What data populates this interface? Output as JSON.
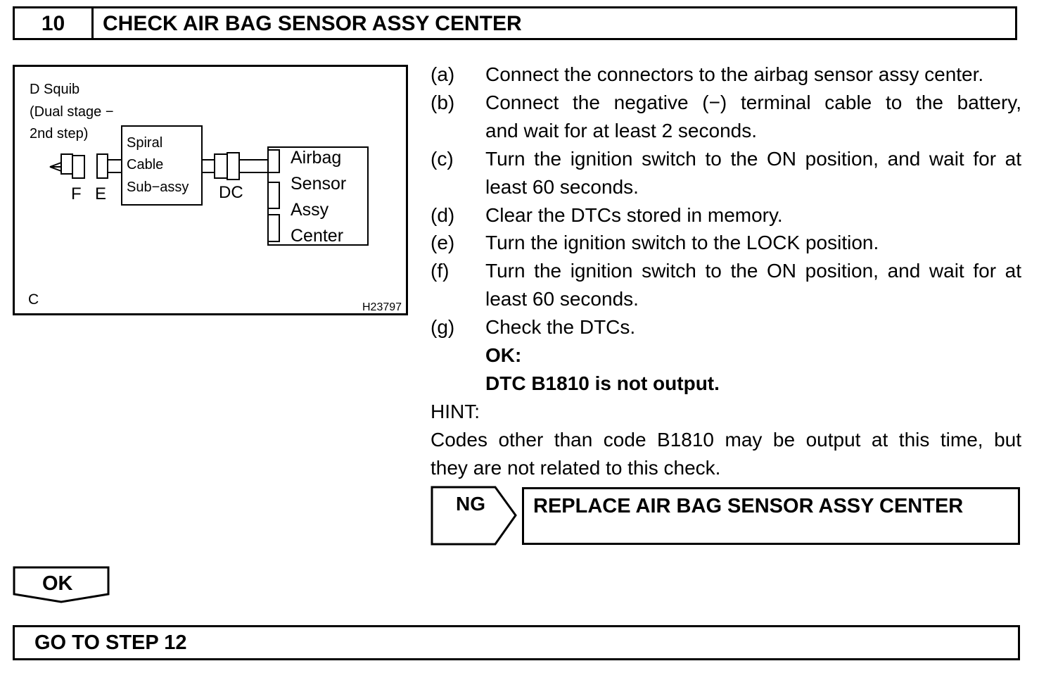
{
  "step": {
    "number": "10",
    "title": "CHECK AIR BAG SENSOR ASSY CENTER"
  },
  "figure": {
    "squib_label_1": "D Squib",
    "squib_label_2": "(Dual stage −",
    "squib_label_3": "2nd step)",
    "spiral_1": "Spiral",
    "spiral_2": "Cable",
    "spiral_3": "Sub−assy",
    "connector_f": "F",
    "connector_e": "E",
    "connector_dc": "DC",
    "sensor_1": "Airbag",
    "sensor_2": "Sensor",
    "sensor_3": "Assy",
    "sensor_4": "Center",
    "corner_label": "C",
    "figure_id": "H23797"
  },
  "procedure": [
    {
      "letter": "(a)",
      "lines": [
        "Connect the connectors to the airbag sensor assy center."
      ]
    },
    {
      "letter": "(b)",
      "lines": [
        "Connect the negative (−) terminal cable to the battery,",
        "and wait for at least 2 seconds."
      ]
    },
    {
      "letter": "(c)",
      "lines": [
        "Turn the ignition switch to the ON position, and wait for at",
        "least 60 seconds."
      ]
    },
    {
      "letter": "(d)",
      "lines": [
        "Clear the DTCs stored in memory."
      ]
    },
    {
      "letter": "(e)",
      "lines": [
        "Turn the ignition switch to the LOCK position."
      ]
    },
    {
      "letter": "(f)",
      "lines": [
        "Turn the ignition switch to the ON position, and wait for at",
        "least 60 seconds."
      ]
    },
    {
      "letter": "(g)",
      "lines": [
        "Check the DTCs."
      ]
    }
  ],
  "ok_label": "OK:",
  "ok_condition": "DTC B1810 is not output.",
  "hint_label": "HINT:",
  "hint_lines": [
    "Codes other than code B1810 may be output at this time, but",
    "they are not related to this check."
  ],
  "ng": {
    "label": "NG",
    "action": "REPLACE AIR BAG SENSOR ASSY CENTER"
  },
  "ok_branch": {
    "label": "OK",
    "next": "GO TO STEP 12"
  }
}
